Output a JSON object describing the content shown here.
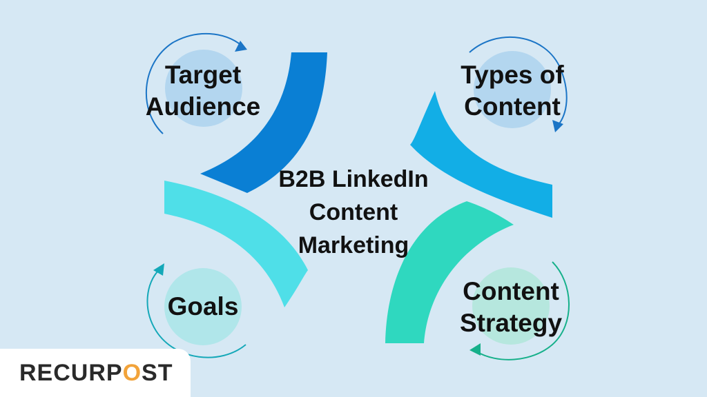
{
  "center": {
    "line1": "B2B LinkedIn",
    "line2": "Content",
    "line3": "Marketing"
  },
  "nodes": {
    "target_audience": {
      "line1": "Target",
      "line2": "Audience"
    },
    "types_of_content": {
      "line1": "Types of",
      "line2": "Content"
    },
    "goals": {
      "line1": "Goals"
    },
    "content_strategy": {
      "line1": "Content",
      "line2": "Strategy"
    }
  },
  "logo": {
    "part1": "RECURP",
    "part2": "O",
    "part3": "ST"
  },
  "colors": {
    "background": "#d6e8f4",
    "segment_top_left": "#0a7fd4",
    "segment_top_right": "#12aee6",
    "segment_bottom_left": "#4fdfe8",
    "segment_bottom_right": "#2fd8bf",
    "circle_blue": "#b3d6ef",
    "circle_teal": "#b0e6ea",
    "circle_mint": "#b6e7de",
    "arrow_blue": "#1b75c6",
    "arrow_teal": "#14a8b8",
    "arrow_green": "#16b08a",
    "logo_accent": "#f2a33a"
  }
}
